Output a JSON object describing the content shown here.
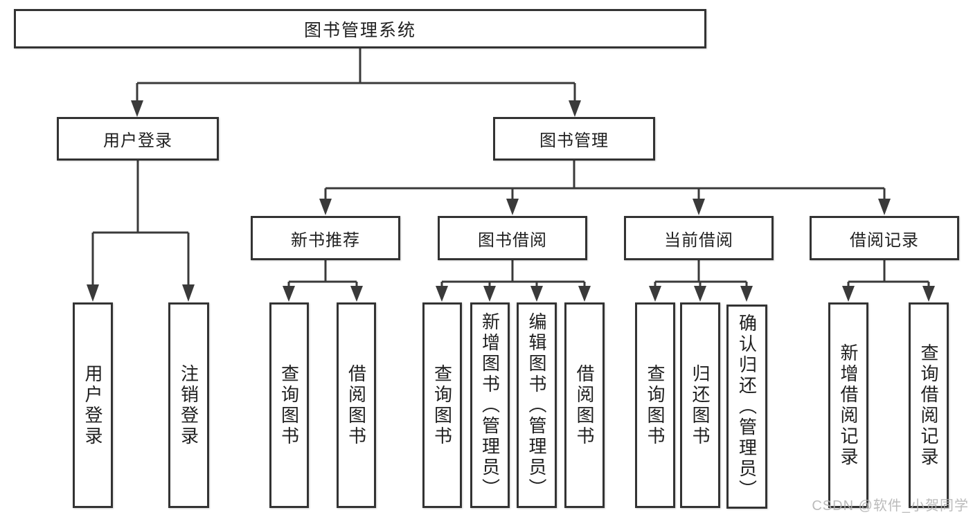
{
  "diagram": {
    "root": {
      "label": "图书管理系统",
      "children": [
        {
          "label": "用户登录",
          "children": [
            {
              "label": "用户登录"
            },
            {
              "label": "注销登录"
            }
          ]
        },
        {
          "label": "图书管理",
          "children": [
            {
              "label": "新书推荐",
              "children": [
                {
                  "label": "查询图书"
                },
                {
                  "label": "借阅图书"
                }
              ]
            },
            {
              "label": "图书借阅",
              "children": [
                {
                  "label": "查询图书"
                },
                {
                  "label": "新增图书（管理员）"
                },
                {
                  "label": "编辑图书（管理员）"
                },
                {
                  "label": "借阅图书"
                }
              ]
            },
            {
              "label": "当前借阅",
              "children": [
                {
                  "label": "查询图书"
                },
                {
                  "label": "归还图书"
                },
                {
                  "label": "确认归还（管理员）"
                }
              ]
            },
            {
              "label": "借阅记录",
              "children": [
                {
                  "label": "新增借阅记录"
                },
                {
                  "label": "查询借阅记录"
                }
              ]
            }
          ]
        }
      ]
    }
  },
  "watermark": {
    "text": "CSDN @软件_小贺同学"
  },
  "colors": {
    "line": "#3a3a3a",
    "box_border": "#333333",
    "text": "#1f1f1f",
    "watermark": "#b2b2b2",
    "background": "#ffffff"
  }
}
